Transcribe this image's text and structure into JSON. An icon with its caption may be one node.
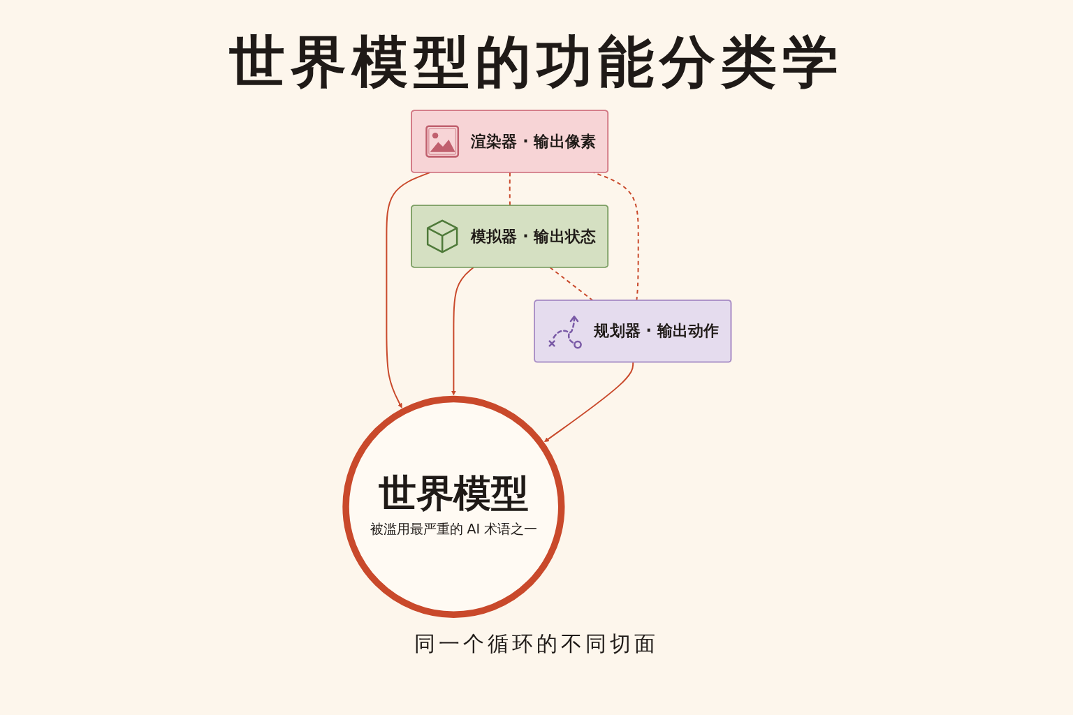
{
  "diagram": {
    "title": "世界模型的功能分类学",
    "caption": "同一个循环的不同切面",
    "nodes": [
      {
        "text": [
          "渲染器 · 输出像素"
        ]
      },
      {
        "text": [
          "模拟器 · 输出状态"
        ]
      },
      {
        "text": [
          "世界模型",
          "被滥用最严重的 AI 术语之一"
        ]
      },
      {
        "text": [
          "规划器 · 输出动作"
        ]
      }
    ],
    "edges": [
      {
        "from": 0,
        "to": 2,
        "arrow": "to"
      },
      {
        "from": 1,
        "to": 2,
        "arrow": "to"
      },
      {
        "from": 3,
        "to": 2,
        "arrow": "to"
      },
      {
        "from": 0,
        "to": 1,
        "arrow": "none",
        "style": "dashed"
      },
      {
        "from": 1,
        "to": 3,
        "arrow": "none",
        "style": "dashed"
      },
      {
        "from": 3,
        "to": 0,
        "arrow": "none",
        "style": "dashed"
      }
    ]
  }
}
